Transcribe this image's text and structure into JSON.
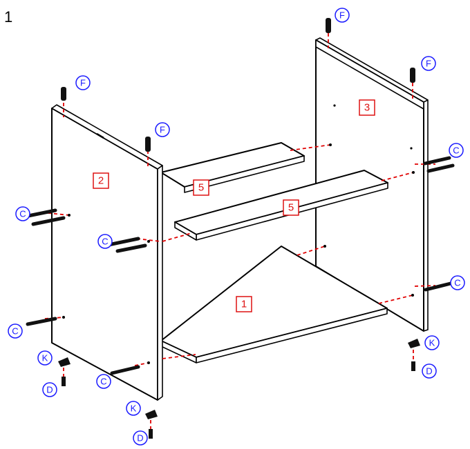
{
  "step_number": "1",
  "part_labels": [
    "1",
    "2",
    "3",
    "5",
    "5"
  ],
  "hardware_labels": [
    "F",
    "F",
    "F",
    "F",
    "C",
    "C",
    "C",
    "C",
    "C",
    "C",
    "K",
    "K",
    "K",
    "D",
    "D",
    "D"
  ],
  "colors": {
    "part_label": "#dd1111",
    "hardware_label": "#1a1aff",
    "connector_line": "#e00000",
    "outline": "#000000"
  }
}
